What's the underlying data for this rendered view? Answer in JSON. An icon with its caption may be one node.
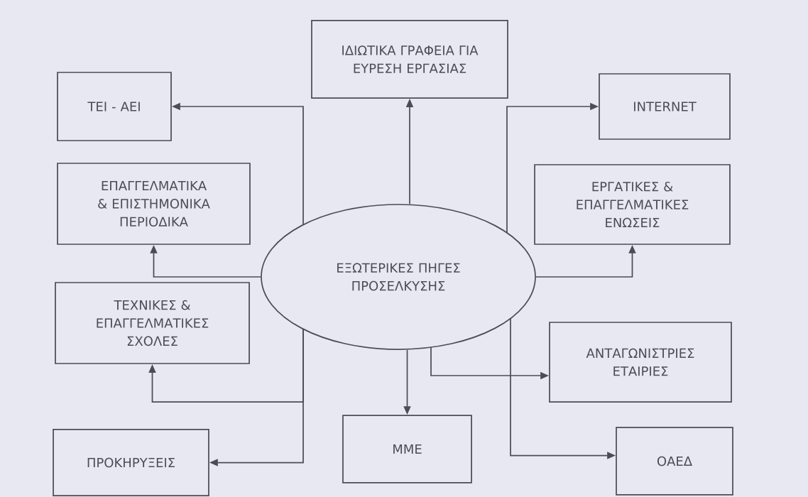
{
  "diagram": {
    "nodes": [
      {
        "text": [
          "ΕΞΩΤΕΡΙΚΕΣ ΠΗΓΕΣ ΠΡΟΣΕΛΚΥΣΗΣ"
        ]
      },
      {
        "text": [
          "ΙΔΙΩΤΙΚΑ ΓΡΑΦΕΙΑ ΓΙΑ ΕΥΡΕΣΗ ΕΡΓΑΣΙΑΣ"
        ]
      },
      {
        "text": [
          "ΤΕΙ - ΑΕΙ"
        ]
      },
      {
        "text": [
          "INTERNET"
        ]
      },
      {
        "text": [
          "ΕΠΑΓΓΕΛΜΑΤΙΚΑ & ΕΠΙΣΤΗΜΟΝΙΚΑ ΠΕΡΙΟΔΙΚΑ"
        ]
      },
      {
        "text": [
          "ΕΡΓΑΤΙΚΕΣ & ΕΠΑΓΓΕΛΜΑΤΙΚΕΣ ΕΝΩΣΕΙΣ"
        ]
      },
      {
        "text": [
          "ΤΕΧΝΙΚΕΣ & ΕΠΑΓΓΕΛΜΑΤΙΚΕΣ ΣΧΟΛΕΣ"
        ]
      },
      {
        "text": [
          "ΑΝΤΑΓΩΝΙΣΤΡΙΕΣ ΕΤΑΙΡΙΕΣ"
        ]
      },
      {
        "text": [
          "ΠΡΟΚΗΡΥΞΕΙΣ"
        ]
      },
      {
        "text": [
          "ΜΜΕ"
        ]
      },
      {
        "text": [
          "ΟΑΕΔ"
        ]
      }
    ],
    "edges": [
      {
        "from": 0,
        "to": 1,
        "arrow": "to"
      },
      {
        "from": 0,
        "to": 2,
        "arrow": "to"
      },
      {
        "from": 0,
        "to": 3,
        "arrow": "to"
      },
      {
        "from": 0,
        "to": 4,
        "arrow": "to"
      },
      {
        "from": 0,
        "to": 5,
        "arrow": "to"
      },
      {
        "from": 0,
        "to": 6,
        "arrow": "to"
      },
      {
        "from": 0,
        "to": 7,
        "arrow": "to"
      },
      {
        "from": 0,
        "to": 8,
        "arrow": "to"
      },
      {
        "from": 0,
        "to": 9,
        "arrow": "to"
      },
      {
        "from": 0,
        "to": 10,
        "arrow": "to"
      }
    ]
  }
}
